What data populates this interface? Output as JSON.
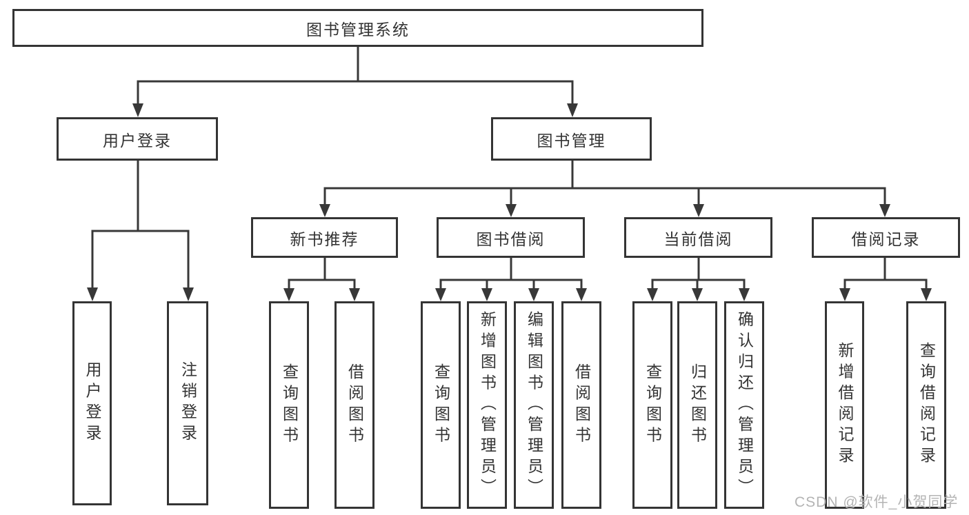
{
  "diagram": {
    "title": "图书管理系统",
    "level1": [
      {
        "label": "用户登录",
        "leaves": [
          "用户登录",
          "注销登录"
        ]
      },
      {
        "label": "图书管理",
        "groups": [
          {
            "label": "新书推荐",
            "leaves": [
              "查询图书",
              "借阅图书"
            ]
          },
          {
            "label": "图书借阅",
            "leaves": [
              "查询图书",
              "新增图书（管理员）",
              "编辑图书（管理员）",
              "借阅图书"
            ]
          },
          {
            "label": "当前借阅",
            "leaves": [
              "查询图书",
              "归还图书",
              "确认归还（管理员）"
            ]
          },
          {
            "label": "借阅记录",
            "leaves": [
              "新增借阅记录",
              "查询借阅记录"
            ]
          }
        ]
      }
    ]
  },
  "watermark": "CSDN @软件_小贺同学",
  "colors": {
    "line": "#383838",
    "text": "#333333",
    "watermark": "#b4b4b4",
    "background": "#ffffff"
  }
}
